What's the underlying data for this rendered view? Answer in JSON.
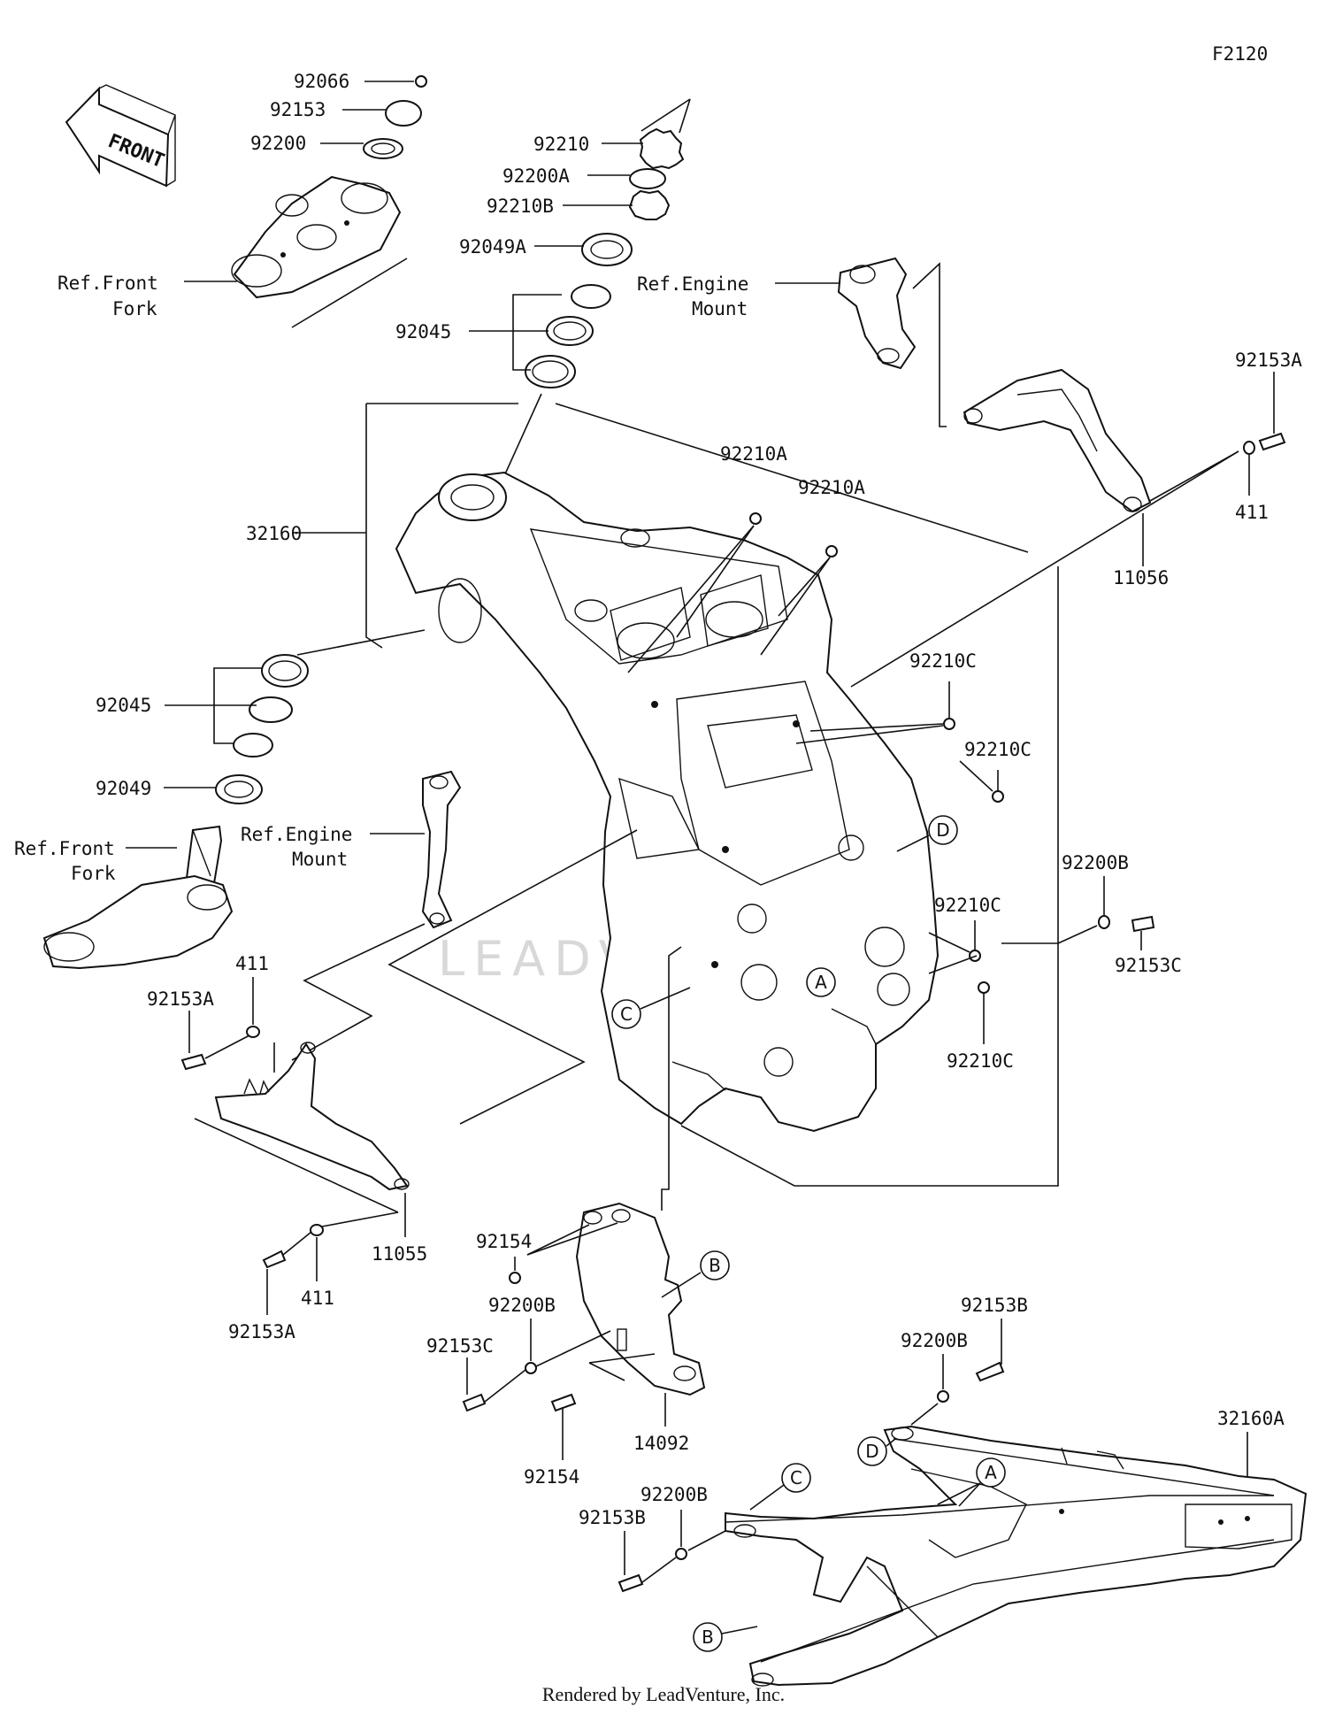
{
  "diagram_code": "F2120",
  "front_label": "FRONT",
  "watermark": "LEADVENTURE",
  "footer": "Rendered by LeadVenture, Inc.",
  "refs": {
    "front_fork_top": [
      "Ref.Front",
      "Fork"
    ],
    "engine_mount_top": [
      "Ref.Engine",
      "Mount"
    ],
    "engine_mount_mid": [
      "Ref.Engine",
      "Mount"
    ],
    "front_fork_left": [
      "Ref.Front",
      "Fork"
    ]
  },
  "parts": {
    "p92066": "92066",
    "p92153": "92153",
    "p92200": "92200",
    "p92210": "92210",
    "p92200A": "92200A",
    "p92210B": "92210B",
    "p92049A": "92049A",
    "p92045_top": "92045",
    "p32160": "32160",
    "p92210A_1": "92210A",
    "p92210A_2": "92210A",
    "p92153A_right": "92153A",
    "p411_right": "411",
    "p11056": "11056",
    "p92210C_1": "92210C",
    "p92210C_2": "92210C",
    "p92210C_3": "92210C",
    "p92210C_4": "92210C",
    "p92200B_right": "92200B",
    "p92153C_right": "92153C",
    "p92045_left": "92045",
    "p92049": "92049",
    "p411_left_top": "411",
    "p92153A_left_top": "92153A",
    "p11055": "11055",
    "p411_left_bottom": "411",
    "p92153A_left_bottom": "92153A",
    "p92154_top": "92154",
    "p92200B_mid": "92200B",
    "p92153C_mid": "92153C",
    "p14092": "14092",
    "p92154_bottom": "92154",
    "p92153B_top": "92153B",
    "p92200B_low": "92200B",
    "p32160A": "32160A",
    "p92200B_bottom": "92200B",
    "p92153B_bottom": "92153B"
  },
  "callouts": {
    "A_frame": "A",
    "B_bracket": "B",
    "C_frame": "C",
    "D_frame": "D",
    "A_subframe": "A",
    "B_subframe": "B",
    "C_subframe": "C",
    "D_subframe": "D"
  }
}
